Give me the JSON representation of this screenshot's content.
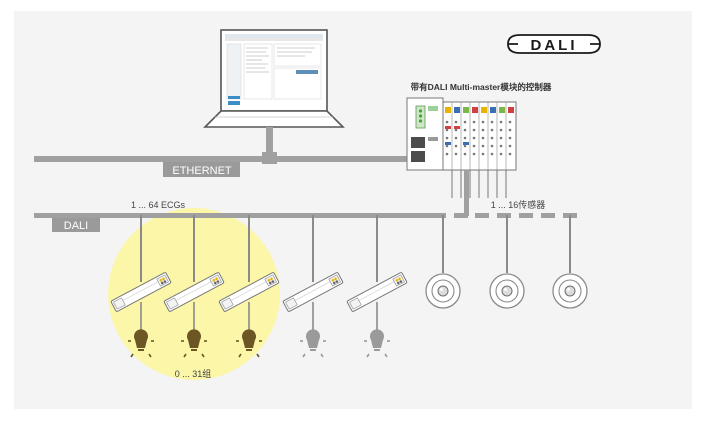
{
  "logo": {
    "text": "DALI"
  },
  "controller": {
    "label": "带有DALI Multi-master模块的控制器"
  },
  "bus": {
    "ethernet_label": "ETHERNET",
    "dali_label": "DALI",
    "ecg_range_label": "1 ... 64 ECGs",
    "sensor_range_label": "1 ... 16传感器"
  },
  "group": {
    "label": "0 ... 31组"
  },
  "colors": {
    "panel_bg": "#f4f4f4",
    "bus": "#a0a0a0",
    "label_box": "#9a9a9a",
    "group_highlight": "#fbf6a8",
    "lamp_on": "#6b5624",
    "lamp_off": "#9a9a9a",
    "ecg_accent": "#e9b400"
  },
  "icons": [
    "laptop-icon",
    "controller-icon",
    "ecg-driver-icon",
    "lamp-icon",
    "sensor-icon",
    "dali-logo-icon"
  ]
}
